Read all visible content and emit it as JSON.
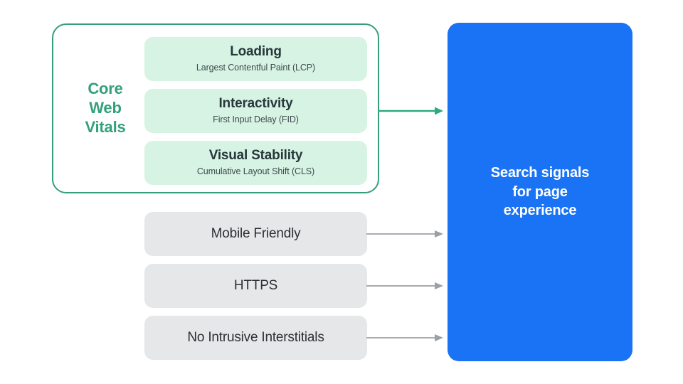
{
  "diagram": {
    "title": "Search signals for page experience",
    "colors": {
      "core_web_vitals_outline": "#34a07a",
      "core_web_vitals_label": "#34a07a",
      "vital_pill_background": "#d7f3e3",
      "other_signal_pill_background": "#e6e7e8",
      "outcome_background": "#1a73f5",
      "outcome_text": "#ffffff",
      "green_arrow": "#2faa7d",
      "gray_arrow": "#9aa0a6",
      "pill_title_text": "#27373c",
      "pill_subtitle_text": "#3c4a4f"
    }
  },
  "core_web_vitals": {
    "label": "Core\nWeb\nVitals",
    "label_lines": [
      "Core",
      "Web",
      "Vitals"
    ],
    "items": [
      {
        "title": "Loading",
        "subtitle": "Largest Contentful Paint (LCP)",
        "metric_abbreviation": "LCP"
      },
      {
        "title": "Interactivity",
        "subtitle": "First Input Delay (FID)",
        "metric_abbreviation": "FID"
      },
      {
        "title": "Visual Stability",
        "subtitle": "Cumulative Layout Shift (CLS)",
        "metric_abbreviation": "CLS"
      }
    ]
  },
  "other_signals": [
    {
      "title": "Mobile Friendly"
    },
    {
      "title": "HTTPS"
    },
    {
      "title": "No Intrusive Interstitials"
    }
  ],
  "outcome": {
    "text": "Search signals\nfor page\nexperience",
    "lines": [
      "Search signals",
      "for page",
      "experience"
    ]
  },
  "connectors": [
    {
      "name": "core-web-vitals-arrow",
      "from": "core-web-vitals-group",
      "to": "outcome-box",
      "style": "green-arrow"
    },
    {
      "name": "mobile-friendly-arrow",
      "from": "mobile-friendly-pill",
      "to": "outcome-box",
      "style": "gray-arrow"
    },
    {
      "name": "https-arrow",
      "from": "https-pill",
      "to": "outcome-box",
      "style": "gray-arrow"
    },
    {
      "name": "no-intrusive-interstitials-arrow",
      "from": "no-intrusive-interstitials-pill",
      "to": "outcome-box",
      "style": "gray-arrow"
    }
  ]
}
